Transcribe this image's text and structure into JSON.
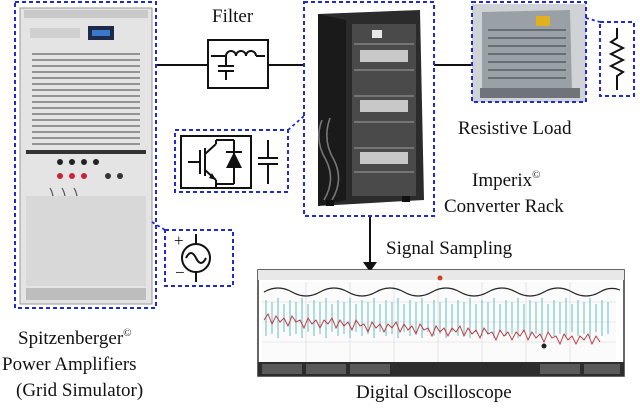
{
  "labels": {
    "filter": "Filter",
    "resistive_load": "Resistive Load",
    "imperix": "Imperix",
    "converter_rack": "Converter Rack",
    "signal_sampling": "Signal  Sampling",
    "spitz_name": "Spitzenberger",
    "power_amplifiers": "Power Amplifiers",
    "grid_simulator": "(Grid Simulator)",
    "digital_oscilloscope": "Digital Oscilloscope",
    "copyright_mark": "©"
  },
  "symbols": {
    "source_plus": "+",
    "source_minus": "−"
  },
  "icons": [
    "lc-filter-icon",
    "igbt-switch-icon",
    "dc-capacitor-icon",
    "ac-source-icon",
    "resistor-icon"
  ],
  "colors": {
    "dashed_border": "#1f2bd0",
    "wire": "#111111",
    "cabinet_dark": "#2b2b2b",
    "amplifier_panel": "#dcdcdc",
    "scope_trace_1": "#3ab0b8",
    "scope_trace_2": "#c0303a"
  }
}
